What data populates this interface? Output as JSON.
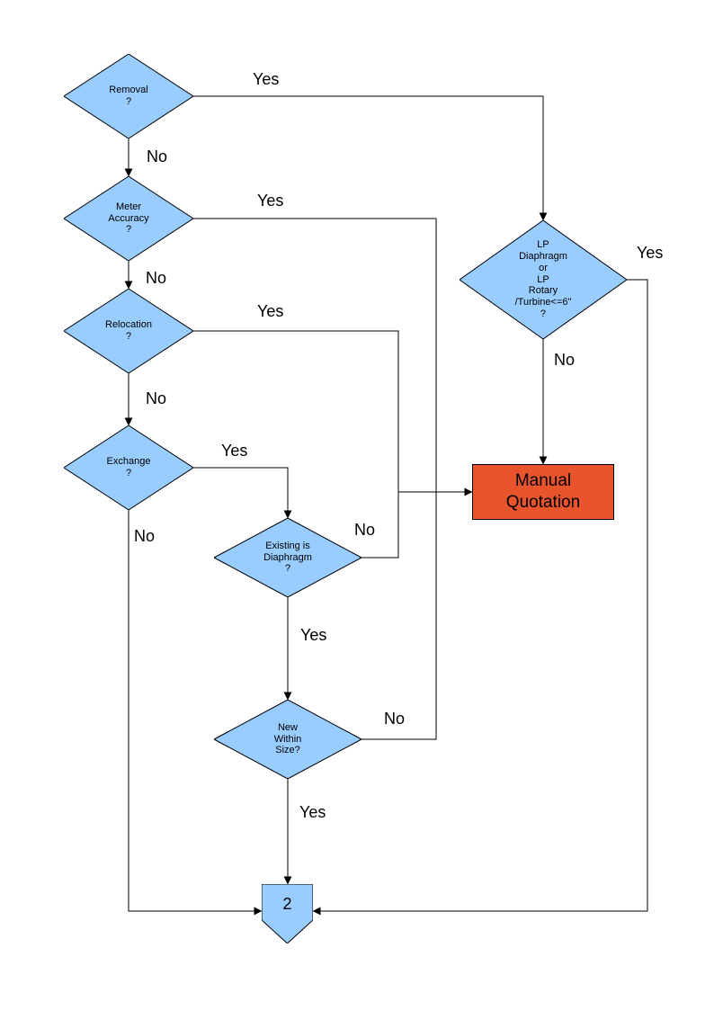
{
  "diagram": {
    "colors": {
      "node_fill": "#99CCFF",
      "node_border": "#000000",
      "highlight_fill": "#E8542C",
      "line_color": "#000000"
    },
    "nodes": {
      "removal": {
        "label": "Removal\n?"
      },
      "meter_accuracy": {
        "label": "Meter\nAccuracy\n?"
      },
      "relocation": {
        "label": "Relocation\n?"
      },
      "exchange": {
        "label": "Exchange\n?"
      },
      "existing_is_diaphragm": {
        "label": "Existing is\nDiaphragm\n?"
      },
      "new_within_size": {
        "label": "New\nWithin\nSize?"
      },
      "lp_meter_type": {
        "label": "LP\nDiaphragm\nor\nLP\nRotary\n/Turbine<=6\"\n?"
      },
      "manual_quotation": {
        "label": "Manual\nQuotation"
      },
      "connector_2": {
        "label": "2"
      }
    },
    "edge_labels": {
      "removal_yes": "Yes",
      "removal_no": "No",
      "meter_accuracy_yes": "Yes",
      "meter_accuracy_no": "No",
      "relocation_yes": "Yes",
      "relocation_no": "No",
      "exchange_yes": "Yes",
      "exchange_no": "No",
      "existing_is_diaphragm_no": "No",
      "existing_is_diaphragm_yes": "Yes",
      "new_within_size_no": "No",
      "new_within_size_yes": "Yes",
      "lp_yes": "Yes",
      "lp_no": "No"
    }
  }
}
